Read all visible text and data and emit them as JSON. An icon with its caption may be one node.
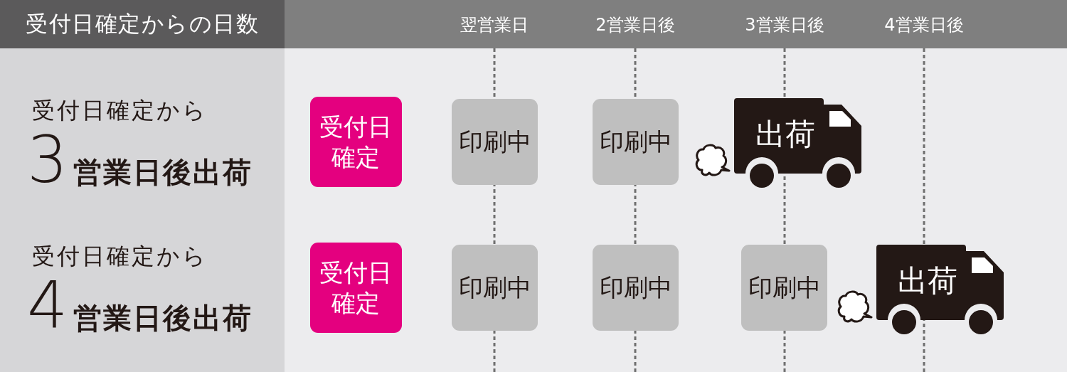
{
  "diagram": {
    "nodes": [
      {
        "text": [
          "受付日確定からの日数"
        ]
      },
      {
        "text": [
          "翌営業日",
          "2営業日後",
          "3営業日後",
          "4営業日後"
        ]
      },
      {
        "text": [
          "受付日確定から",
          "3**営業日後出荷**",
          "受付日確定から",
          "4**営業日後出荷**"
        ]
      },
      {
        "text": [
          "受付日確定"
        ]
      },
      {
        "text": [
          "印刷中"
        ]
      },
      {
        "text": [
          "印刷中"
        ]
      },
      {
        "text": [
          "出荷"
        ]
      },
      {
        "text": [
          "受付日確定"
        ]
      },
      {
        "text": [
          "印刷中"
        ]
      },
      {
        "text": [
          "印刷中"
        ]
      },
      {
        "text": [
          "印刷中"
        ]
      },
      {
        "text": [
          "出荷"
        ]
      }
    ]
  }
}
